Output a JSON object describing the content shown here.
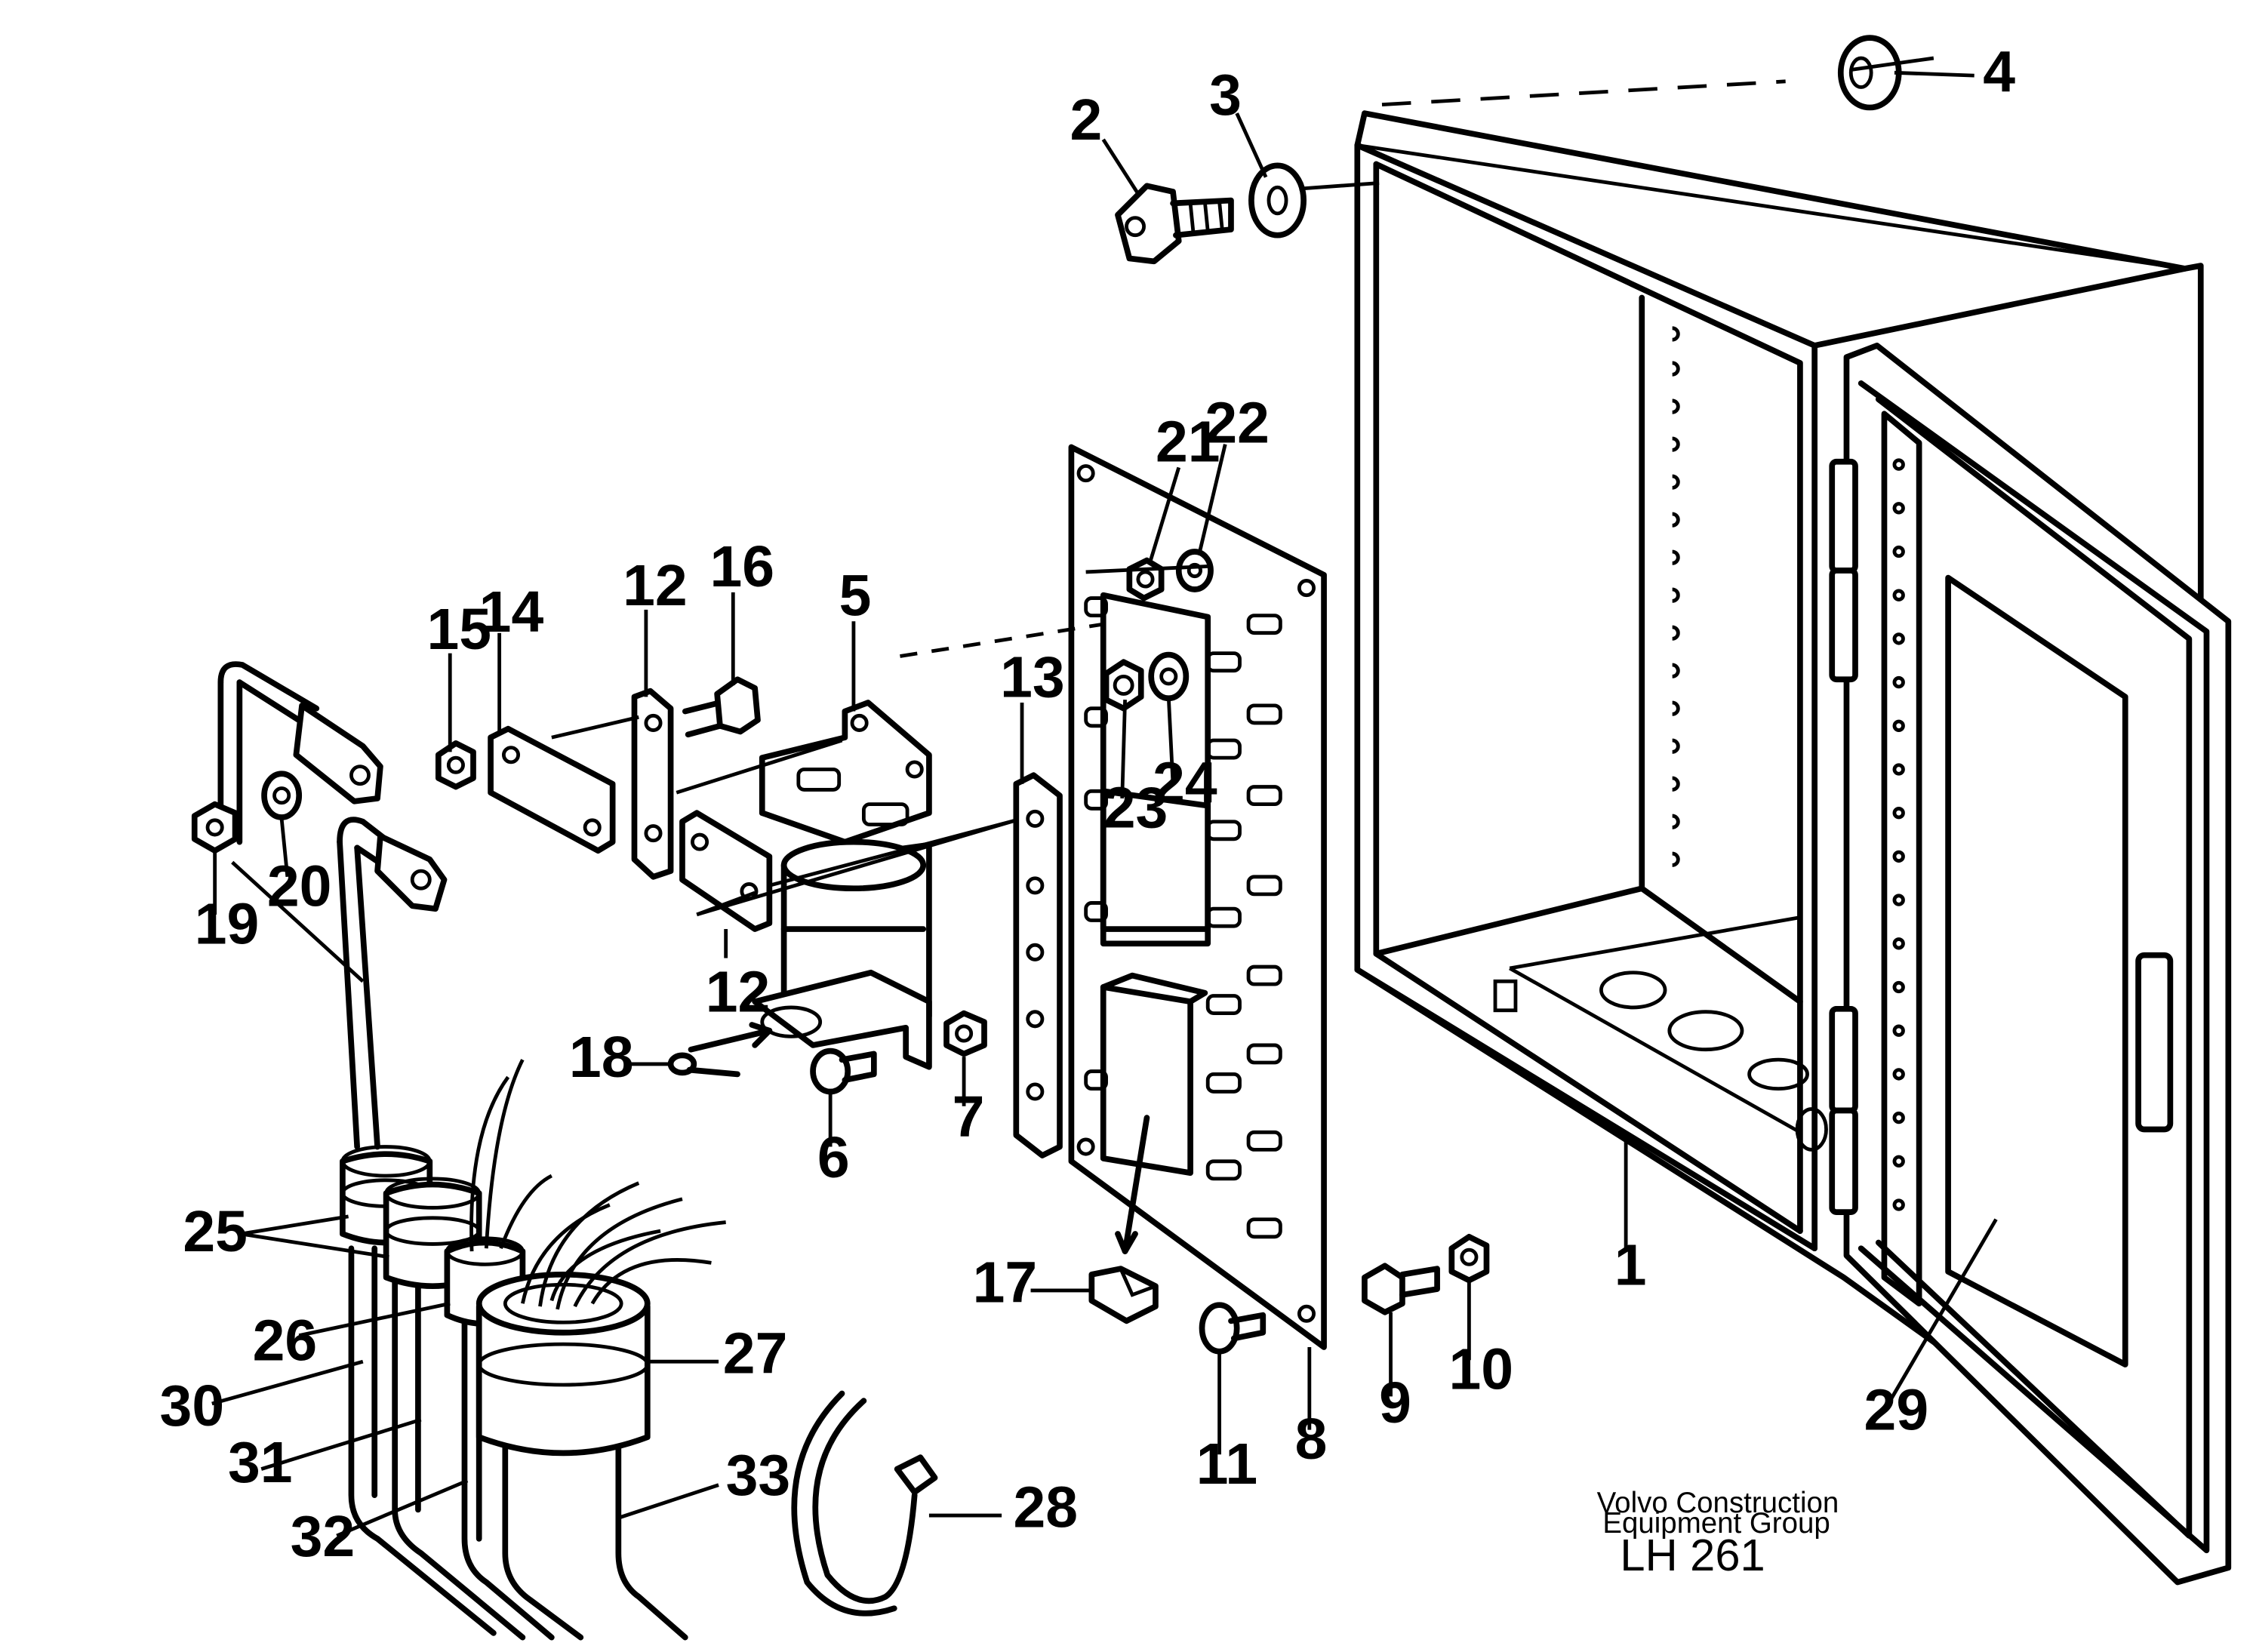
{
  "labels": {
    "n1": "1",
    "n2": "2",
    "n3": "3",
    "n4": "4",
    "n5": "5",
    "n6": "6",
    "n7": "7",
    "n8": "8",
    "n9": "9",
    "n10": "10",
    "n11": "11",
    "n12a": "12",
    "n12b": "12",
    "n13": "13",
    "n14": "14",
    "n15": "15",
    "n16": "16",
    "n17": "17",
    "n18": "18",
    "n19": "19",
    "n20": "20",
    "n21": "21",
    "n22": "22",
    "n23": "23",
    "n24": "24",
    "n25": "25",
    "n26": "26",
    "n27": "27",
    "n28": "28",
    "n29": "29",
    "n30": "30",
    "n31": "31",
    "n32": "32",
    "n33": "33"
  },
  "footer": {
    "company_line1": "Volvo Construction",
    "company_line2": "Equipment Group",
    "drawing_code": "LH 261"
  }
}
